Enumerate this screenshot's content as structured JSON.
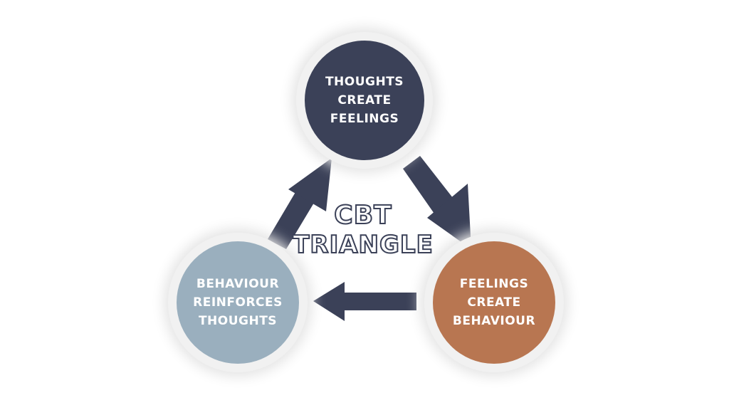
{
  "nodes": {
    "top": {
      "line1": "THOUGHTS",
      "line2": "CREATE",
      "line3": "FEELINGS",
      "color": "#3b4158"
    },
    "right": {
      "line1": "FEELINGS",
      "line2": "CREATE",
      "line3": "BEHAVIOUR",
      "color": "#b87651"
    },
    "left": {
      "line1": "BEHAVIOUR",
      "line2": "REINFORCES",
      "line3": "THOUGHTS",
      "color": "#9aafbe"
    }
  },
  "center_title": {
    "line1": "CBT",
    "line2": "TRIANGLE"
  },
  "arrow_color": "#3b4158",
  "background_color": "#ffffff"
}
